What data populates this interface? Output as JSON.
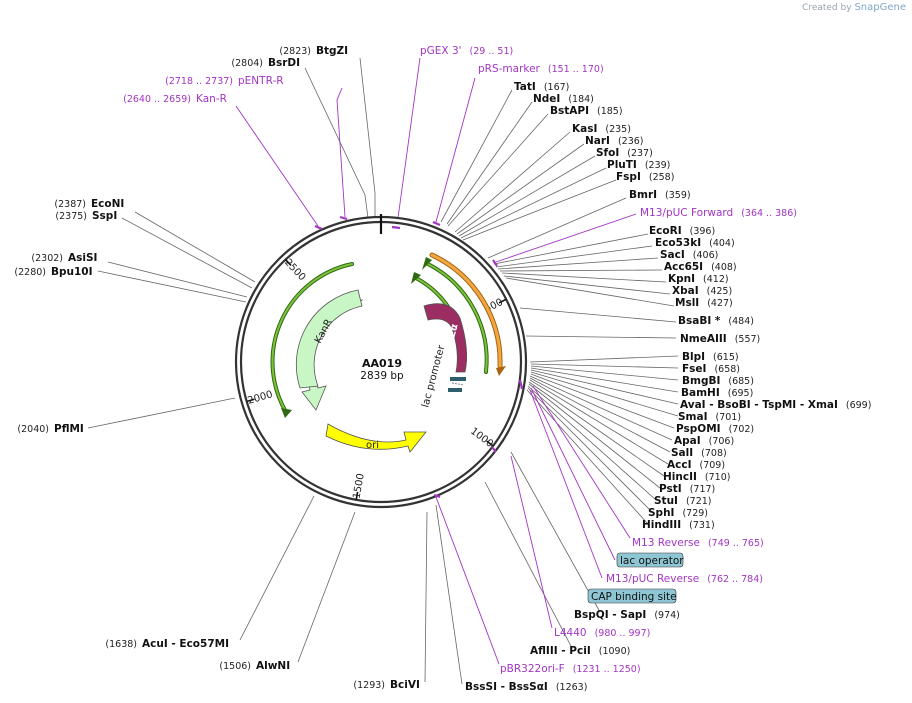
{
  "credit": {
    "created_by": "Created by",
    "brand": "SnapGene"
  },
  "plasmid": {
    "name": "AA019",
    "length": "2839 bp"
  },
  "ticks": [
    "500",
    "1000",
    "1500",
    "2000",
    "2500"
  ],
  "features": {
    "lacZa": "lacZα",
    "lac_promoter": "lac promoter",
    "KanR": "KanR",
    "ori": "ori"
  },
  "boxes": {
    "lac_operator": "lac operator",
    "cap_site": "CAP binding site"
  },
  "colors": {
    "primer": "#a335c4",
    "kanr_fill": "#c8f7c5",
    "ori_fill": "#ffff00",
    "lacz_fill": "#9b2d62",
    "orf_green": "#3f8f16",
    "orf_orange": "#e8921c",
    "box_fill": "#8ec6d4"
  },
  "labels": [
    {
      "text": "BtgZI",
      "pos": "(2823)"
    },
    {
      "text": "BsrDI",
      "pos": "(2804)"
    },
    {
      "text": "pENTR-R",
      "pos": "(2718 .. 2737)"
    },
    {
      "text": "Kan-R",
      "pos": "(2640 .. 2659)"
    },
    {
      "text": "EcoNI",
      "pos": "(2387)"
    },
    {
      "text": "SspI",
      "pos": "(2375)"
    },
    {
      "text": "AsiSI",
      "pos": "(2302)"
    },
    {
      "text": "Bpu10I",
      "pos": "(2280)"
    },
    {
      "text": "PflMI",
      "pos": "(2040)"
    },
    {
      "text": "AcuI  - Eco57MI",
      "pos": "(1638)"
    },
    {
      "text": "AlwNI",
      "pos": "(1506)"
    },
    {
      "text": "BciVI",
      "pos": "(1293)"
    },
    {
      "text": "pGEX 3'",
      "pos": "(29 .. 51)"
    },
    {
      "text": "pRS-marker",
      "pos": "(151 .. 170)"
    },
    {
      "text": "TatI",
      "pos": "(167)"
    },
    {
      "text": "NdeI",
      "pos": "(184)"
    },
    {
      "text": "BstAPI",
      "pos": "(185)"
    },
    {
      "text": "KasI",
      "pos": "(235)"
    },
    {
      "text": "NarI",
      "pos": "(236)"
    },
    {
      "text": "SfoI",
      "pos": "(237)"
    },
    {
      "text": "PluTI",
      "pos": "(239)"
    },
    {
      "text": "FspI",
      "pos": "(258)"
    },
    {
      "text": "BmrI",
      "pos": "(359)"
    },
    {
      "text": "M13/pUC Forward",
      "pos": "(364 .. 386)"
    },
    {
      "text": "EcoRI",
      "pos": "(396)"
    },
    {
      "text": "Eco53kI",
      "pos": "(404)"
    },
    {
      "text": "SacI",
      "pos": "(406)"
    },
    {
      "text": "Acc65I",
      "pos": "(408)"
    },
    {
      "text": "KpnI",
      "pos": "(412)"
    },
    {
      "text": "XbaI",
      "pos": "(425)"
    },
    {
      "text": "MslI",
      "pos": "(427)"
    },
    {
      "text": "BsaBI *",
      "pos": "(484)"
    },
    {
      "text": "NmeAIII",
      "pos": "(557)"
    },
    {
      "text": "BlpI",
      "pos": "(615)"
    },
    {
      "text": "FseI",
      "pos": "(658)"
    },
    {
      "text": "BmgBI",
      "pos": "(685)"
    },
    {
      "text": "BamHI",
      "pos": "(695)"
    },
    {
      "text": "AvaI  - BsoBI  - TspMI  - XmaI",
      "pos": "(699)"
    },
    {
      "text": "SmaI",
      "pos": "(701)"
    },
    {
      "text": "PspOMI",
      "pos": "(702)"
    },
    {
      "text": "ApaI",
      "pos": "(706)"
    },
    {
      "text": "SalI",
      "pos": "(708)"
    },
    {
      "text": "AccI",
      "pos": "(709)"
    },
    {
      "text": "HincII",
      "pos": "(710)"
    },
    {
      "text": "PstI",
      "pos": "(717)"
    },
    {
      "text": "StuI",
      "pos": "(721)"
    },
    {
      "text": "SphI",
      "pos": "(729)"
    },
    {
      "text": "HindIII",
      "pos": "(731)"
    },
    {
      "text": "M13 Reverse",
      "pos": "(749 .. 765)"
    },
    {
      "text": "M13/pUC Reverse",
      "pos": "(762 .. 784)"
    },
    {
      "text": "BspQI  - SapI",
      "pos": "(974)"
    },
    {
      "text": "L4440",
      "pos": "(980 .. 997)"
    },
    {
      "text": "AflIII  - PciI",
      "pos": "(1090)"
    },
    {
      "text": "pBR322ori-F",
      "pos": "(1231 .. 1250)"
    },
    {
      "text": "BssSI  - BssSαI",
      "pos": "(1263)"
    }
  ]
}
